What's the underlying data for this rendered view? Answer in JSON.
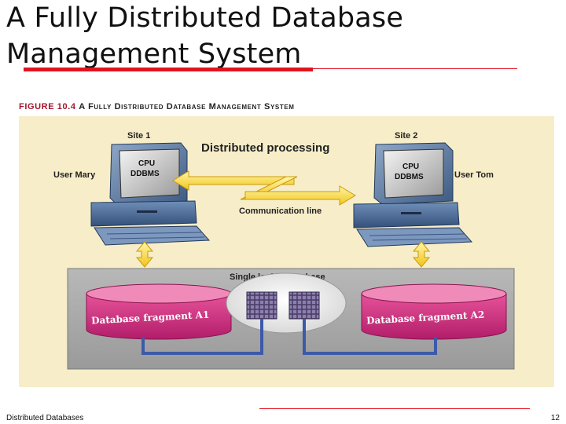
{
  "slide": {
    "title_line1": "A Fully Distributed Database",
    "title_line2": "Management System"
  },
  "figure": {
    "caption_number": "FIGURE 10.4",
    "caption_text": "A Fully Distributed Database Management System",
    "center_label": "Distributed processing",
    "link_label": "Communication line",
    "database_label": "Single logical database",
    "sites": [
      {
        "site_label": "Site 1",
        "user_label": "User Mary",
        "screen_line1": "CPU",
        "screen_line2": "DDBMS"
      },
      {
        "site_label": "Site 2",
        "user_label": "User Tom",
        "screen_line1": "CPU",
        "screen_line2": "DDBMS"
      }
    ],
    "fragments": [
      "Database fragment A1",
      "Database fragment A2"
    ]
  },
  "footer": {
    "left": "Distributed Databases",
    "right": "12"
  }
}
